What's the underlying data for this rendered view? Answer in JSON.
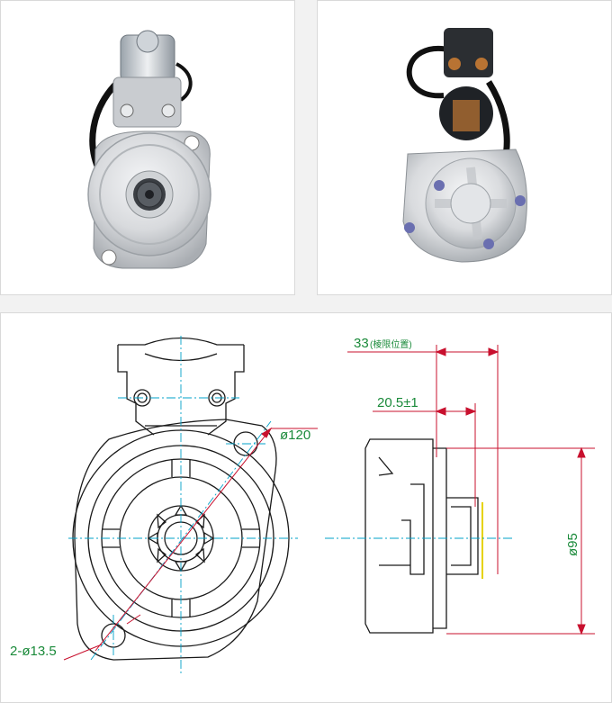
{
  "photos": {
    "left": {
      "subject": "starter-motor-front-view"
    },
    "right": {
      "subject": "starter-motor-rear-view"
    }
  },
  "drawing": {
    "labels": {
      "dim_33": "33",
      "dim_33_note": "(棱限位置)",
      "dim_20_5": "20.5±1",
      "dia_120": "ø120",
      "dia_95": "ø95",
      "holes": "2-ø13.5"
    },
    "colors": {
      "line": "#1a1a1a",
      "center": "#00a0c8",
      "dim": "#c8102e",
      "text_green": "#1a8a3a",
      "yellow": "#e6d200"
    }
  }
}
